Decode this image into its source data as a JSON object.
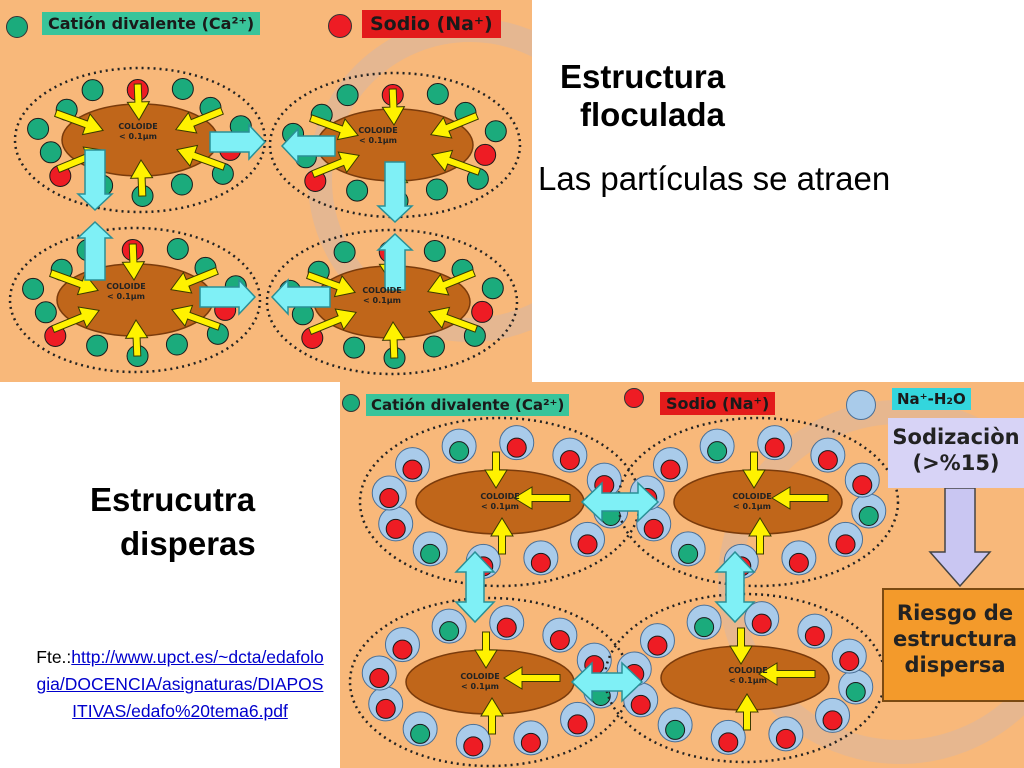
{
  "legend": {
    "divalent_cation": "Catión divalente (Ca²⁺)",
    "sodium": "Sodio (Na⁺)",
    "sodium_water": "Na⁺-H₂O"
  },
  "colloid": {
    "label_line1": "COLOIDE",
    "label_line2": "< 0.1µm"
  },
  "flocculated": {
    "title_line1": "Estructura",
    "title_line2": "floculada",
    "subtitle": "Las partículas se atraen"
  },
  "dispersed": {
    "title_line1": "Estrucutra",
    "title_line2": "disperas",
    "sodization_line1": "Sodizaciòn",
    "sodization_line2": "(>%15)",
    "risk_line1": "Riesgo de",
    "risk_line2": "estructura",
    "risk_line3": "dispersa"
  },
  "source": {
    "prefix": "Fte.:",
    "link_text": "http://www.upct.es/~dcta/edafologia/DOCENCIA/asignaturas/DIAPOSITIVAS/edafo%20tema6.pdf"
  },
  "colors": {
    "background_panel": "#f8b87a",
    "colloid_fill": "#c0661a",
    "calcium": "#1bab7c",
    "sodium": "#ee1c24",
    "water_shell": "#a9cbea",
    "attraction_arrow": "#7ff0f6",
    "ion_arrow": "#fff200"
  }
}
